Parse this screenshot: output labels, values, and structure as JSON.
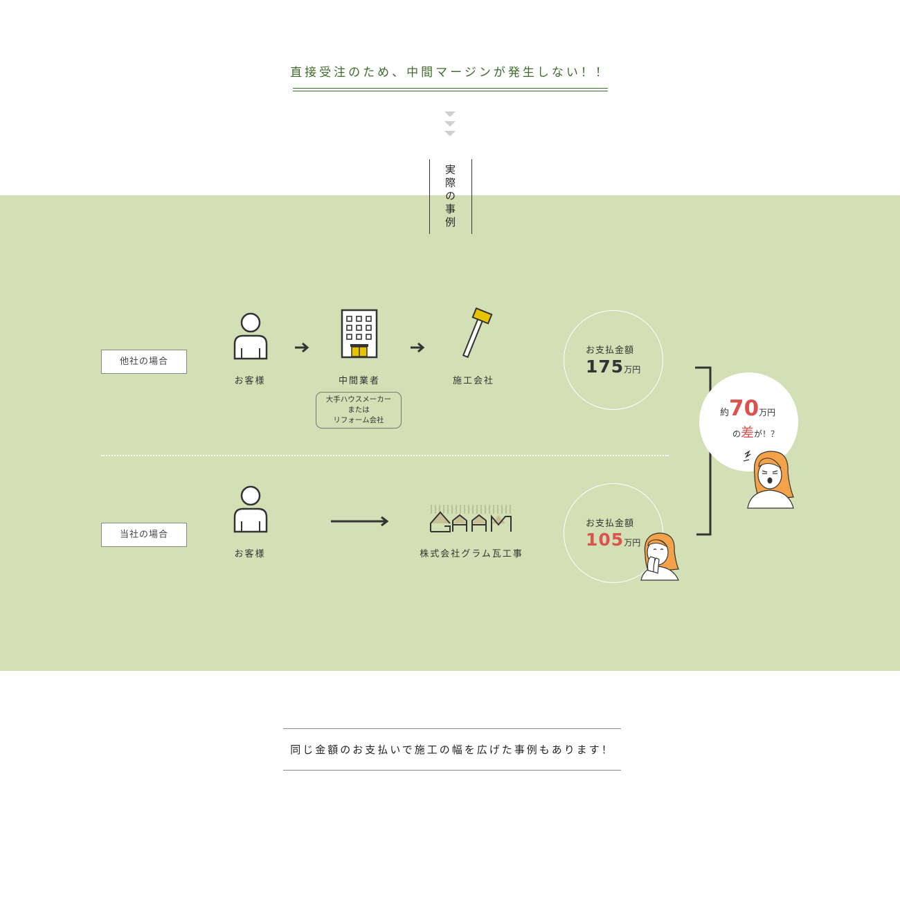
{
  "headline": "直接受注のため、中間マージンが発生しない！！",
  "section_title": "実際の事例",
  "other_case": {
    "label": "他社の場合",
    "customer": "お客様",
    "middleman": "中間業者",
    "middleman_note": [
      "大手ハウスメーカー",
      "または",
      "リフォーム会社"
    ],
    "contractor": "施工会社",
    "payment_label": "お支払金額",
    "payment_amount": "175",
    "payment_unit": "万円"
  },
  "our_case": {
    "label": "当社の場合",
    "customer": "お客様",
    "company": "株式会社グラム瓦工事",
    "payment_label": "お支払金額",
    "payment_amount": "105",
    "payment_unit": "万円"
  },
  "difference": {
    "prefix": "約",
    "amount": "70",
    "unit": "万円",
    "line2_prefix": "の",
    "line2_emph": "差",
    "line2_suffix": "が！？"
  },
  "footer": "同じ金額のお支払いで施工の幅を広げた事例もあります！",
  "colors": {
    "accent_green": "#3f6b2e",
    "band_green": "#d3dfb5",
    "accent_red": "#d9534f",
    "hammer_yellow": "#e8c400",
    "hair_orange": "#f4a24a"
  }
}
